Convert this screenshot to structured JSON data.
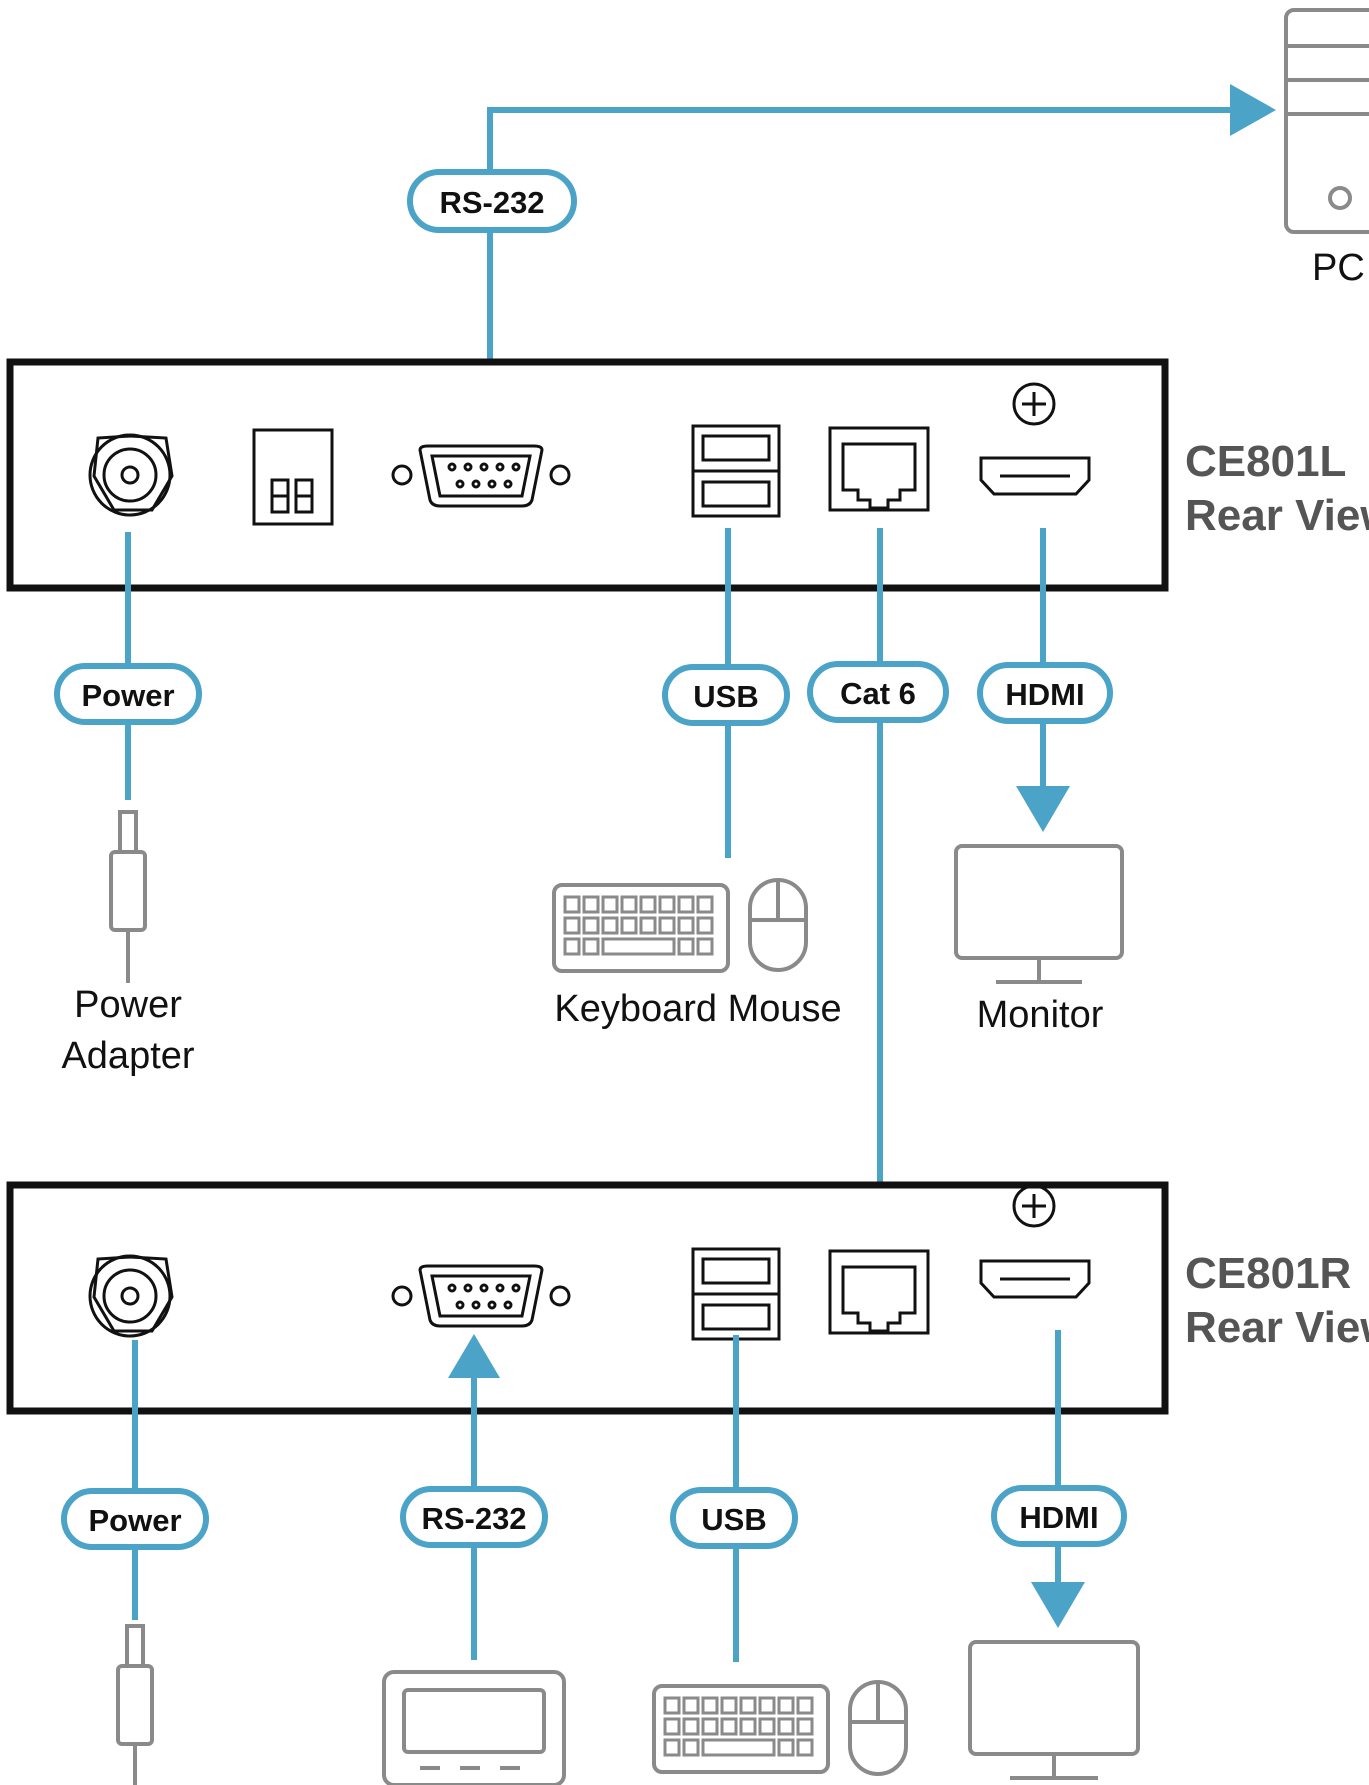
{
  "top_unit": {
    "model": "CE801L",
    "view": "Rear View",
    "connections": {
      "rs232": "RS-232",
      "power": "Power",
      "usb": "USB",
      "cat6": "Cat 6",
      "hdmi": "HDMI"
    },
    "devices": {
      "pc": "PC",
      "power_adapter_line1": "Power",
      "power_adapter_line2": "Adapter",
      "keyboard_mouse": "Keyboard Mouse",
      "monitor": "Monitor"
    }
  },
  "bottom_unit": {
    "model": "CE801R",
    "view": "Rear View",
    "connections": {
      "power": "Power",
      "rs232": "RS-232",
      "usb": "USB",
      "hdmi": "HDMI"
    }
  },
  "colors": {
    "cable": "#4ba3c7",
    "panel_outline": "#111111",
    "device_outline": "#8a8a8a",
    "unit_label": "#555555"
  },
  "icons": [
    "pc-icon",
    "power-jack-icon",
    "dip-switch-icon",
    "db9-port-icon",
    "usb-port-icon",
    "rj45-port-icon",
    "hdmi-port-icon",
    "power-plug-icon",
    "keyboard-icon",
    "mouse-icon",
    "monitor-icon",
    "serial-device-icon"
  ]
}
